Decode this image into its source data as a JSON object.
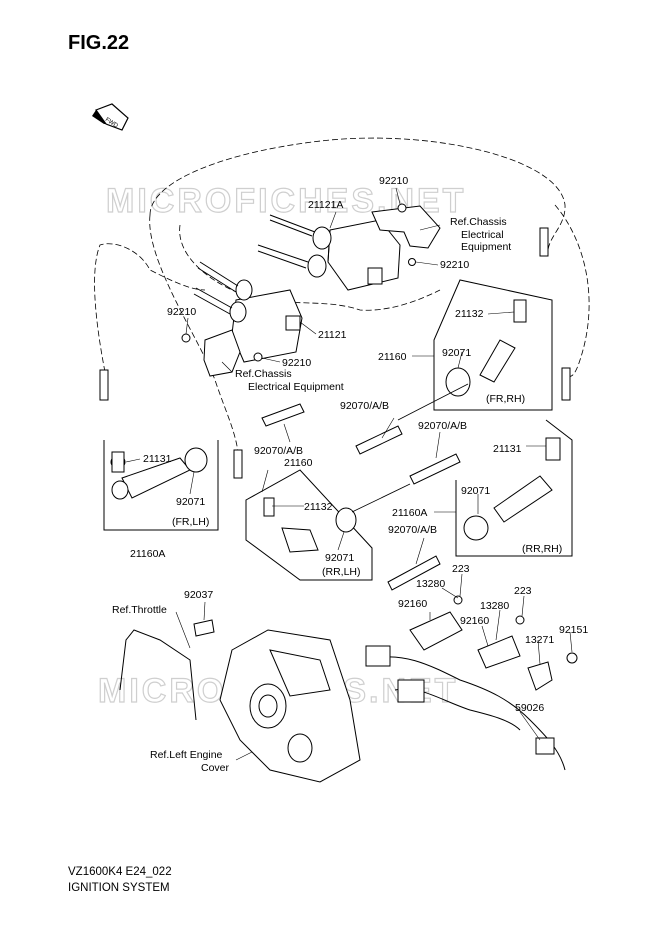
{
  "figure": {
    "title": "FIG.22",
    "fwd": "FWD",
    "watermark": "MICROFICHES.NET",
    "footer_code": "VZ1600K4 E24_022",
    "footer_name": "IGNITION SYSTEM"
  },
  "labels": {
    "l92210a": "92210",
    "l21121a": "21121A",
    "refChassis1_a": "Ref.Chassis",
    "refChassis1_b": "Electrical",
    "refChassis1_c": "Equipment",
    "l92210b": "92210",
    "l92210c": "92210",
    "l21121": "21121",
    "l92210d": "92210",
    "refChassis2_a": "Ref.Chassis",
    "refChassis2_b": "Electrical Equipment",
    "l21132a": "21132",
    "l21160a": "21160",
    "l92071a": "92071",
    "lFRRH": "(FR,RH)",
    "l92070a": "92070/A/B",
    "l92070b": "92070/A/B",
    "l92070c": "92070/A/B",
    "l21160b": "21160",
    "l21131a": "21131",
    "l92071b": "92071",
    "lFRLH": "(FR,LH)",
    "l21160Ab": "21160A",
    "l21131b": "21131",
    "l21132b": "21132",
    "l92071c": "92071",
    "lRRLH": "(RR,LH)",
    "l21160Aa": "21160A",
    "l92071d": "92071",
    "lRRRH": "(RR,RH)",
    "l92070d": "92070/A/B",
    "l92037": "92037",
    "refThrottle": "Ref.Throttle",
    "l13280a": "13280",
    "l223a": "223",
    "l92160a": "92160",
    "l223b": "223",
    "l13280b": "13280",
    "l92160b": "92160",
    "l13271": "13271",
    "l92151": "92151",
    "l59026": "59026",
    "refCover_a": "Ref.Left Engine",
    "refCover_b": "Cover"
  }
}
